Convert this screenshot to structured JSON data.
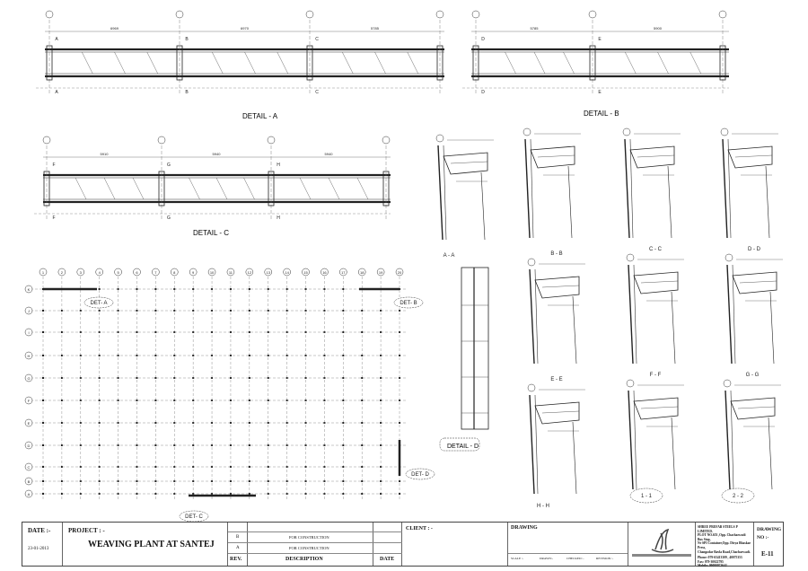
{
  "details": {
    "a_title": "DETAIL - A",
    "b_title": "DETAIL - B",
    "c_title": "DETAIL - C",
    "d_title": "DETAIL - D",
    "a_dims": [
      "6969",
      "6970",
      "5785"
    ],
    "b_dims": [
      "5785",
      "5900"
    ],
    "c_dims": [
      "5910",
      "5940",
      "5940"
    ]
  },
  "plan": {
    "columns": [
      "1",
      "2",
      "3",
      "4",
      "5",
      "6",
      "7",
      "8",
      "9",
      "10",
      "11",
      "12",
      "13",
      "14",
      "15",
      "16",
      "17",
      "18",
      "19",
      "20"
    ],
    "rows": [
      "K",
      "J",
      "I",
      "H",
      "G",
      "F",
      "E",
      "D",
      "C",
      "B",
      "A"
    ],
    "callouts": [
      "DET- A",
      "DET- B",
      "DET- C",
      "DET- D"
    ]
  },
  "sections": [
    "A - A",
    "B - B",
    "C - C",
    "D - D",
    "E - E",
    "F - F",
    "G - G",
    "H - H",
    "1 - 1",
    "2 - 2"
  ],
  "title_block": {
    "date_label": "DATE :-",
    "date_value": "23-01-2013",
    "project_label": "PROJECT : -",
    "project_name": "WEAVING  PLANT AT SANTEJ",
    "revisions": [
      {
        "rev": "B",
        "description": "FOR CONSTRUCTION",
        "date": ""
      },
      {
        "rev": "A",
        "description": "FOR CONSTRUCTION",
        "date": ""
      }
    ],
    "rev_header": "REV.",
    "description_header": "DESCRIPTION",
    "date_header": "DATE",
    "client_label": "CLIENT : -",
    "drawing_label": "DRAWING",
    "scale_label": "SCALE :-",
    "drawn_label": "DRAWN:-",
    "checked_label": "CHECKED :-",
    "revision_label": "REVISION :-",
    "company_name": "SHREE PREFAB STEELS P LIMITED.",
    "address": [
      "PLOT NO.653 ,Opp. Chacharwadi Bus Stop,",
      "Nr SPI Container,Opp. Divya Bhaskar Press,",
      "Changodar Bavla Road,Chacharwadi."
    ],
    "phone": "Phone: 079-65413309 , 40075353",
    "fax": "Fax: 079-30022795",
    "mobile": "Mobile: 09099972642",
    "drawing_no_label": "DRAWING NO :-",
    "drawing_no": "E-11"
  }
}
